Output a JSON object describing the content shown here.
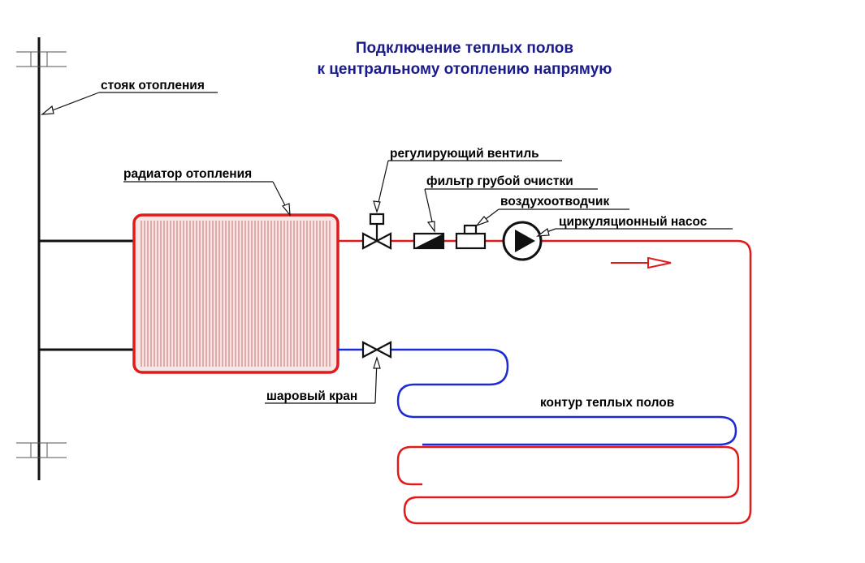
{
  "title": {
    "line1": "Подключение теплых полов",
    "line2": "к центральному отоплению напрямую"
  },
  "labels": {
    "riser": "стояк отопления",
    "radiator": "радиатор отопления",
    "control_valve": "регулирующий вентиль",
    "coarse_filter": "фильтр грубой очистки",
    "air_vent": "воздухоотводчик",
    "pump": "циркуляционный насос",
    "ball_valve": "шаровый кран",
    "floor_circuit": "контур теплых полов"
  },
  "colors": {
    "title": "#1a1a8c",
    "supply_hot": "#e01b1b",
    "return_cold": "#1c2bd6",
    "riser": "#111111",
    "radiator_fill": "#f3dede",
    "radiator_fins": "#cc4a4a",
    "text": "#000000"
  }
}
